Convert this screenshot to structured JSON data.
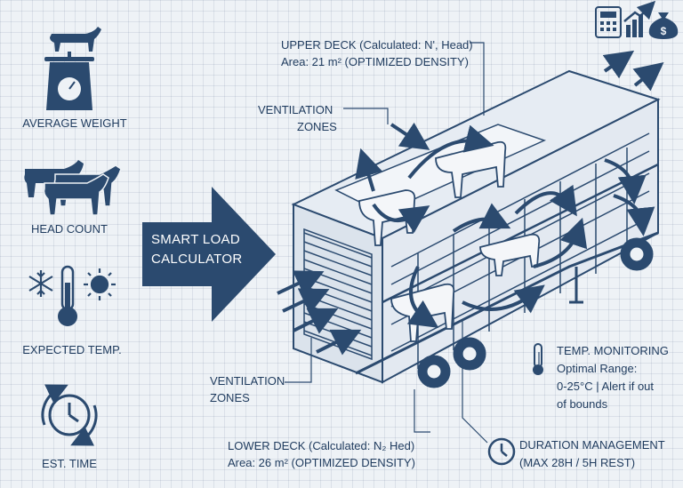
{
  "inputs": {
    "average_weight": "AVERAGE WEIGHT",
    "head_count": "HEAD COUNT",
    "expected_temp": "EXPECTED TEMP.",
    "est_time": "EST. TIME"
  },
  "calculator": {
    "line1": "SMART LOAD",
    "line2": "CALCULATOR"
  },
  "upper_deck": {
    "line1": "UPPER DECK (Calculated: N', Head)",
    "line2": "Area: 21 m² (OPTIMIZED DENSITY)"
  },
  "lower_deck": {
    "line1": "LOWER DECK (Calculated: N₂ Hed)",
    "line2": "Area: 26 m² (OPTIMIZED DENSITY)"
  },
  "ventilation_top": {
    "line1": "VENTILATION",
    "line2": "ZONES"
  },
  "ventilation_bottom": {
    "line1": "VENTILATION",
    "line2": "ZONES"
  },
  "temp_monitoring": {
    "title": "TEMP. MONITORING",
    "line1": "Optimal Range:",
    "line2": "0-25°C | Alert if out",
    "line3": "of bounds"
  },
  "duration": {
    "title": "DURATION MANAGEMENT",
    "line1": "(MAX 28H / 5H REST)"
  },
  "icons": {
    "scale": "scale-icon",
    "cattle_herd": "cattle-herd-icon",
    "snowflake": "snowflake-icon",
    "thermometer": "thermometer-icon",
    "sun": "sun-icon",
    "clock": "clock-icon",
    "calculator": "calculator-icon",
    "growth_chart": "growth-chart-icon",
    "money_bag": "money-bag-icon"
  },
  "colors": {
    "ink": "#1f3b5e",
    "accent": "#2b4a6f",
    "background": "#eef2f6"
  }
}
